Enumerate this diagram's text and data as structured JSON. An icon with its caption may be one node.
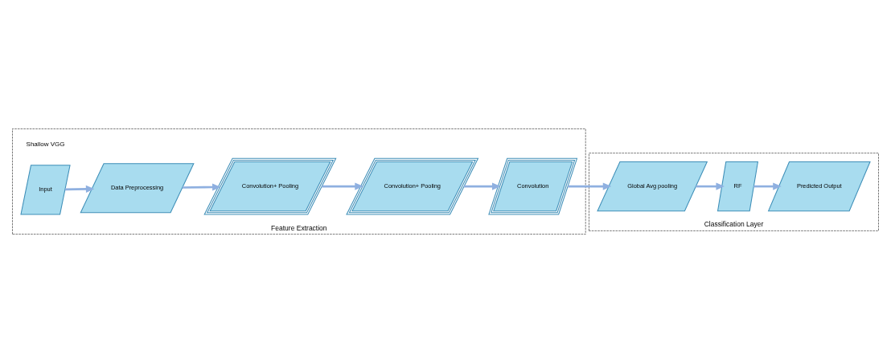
{
  "diagram": {
    "nodes": [
      {
        "text": [
          "Feature Extraction"
        ]
      },
      {
        "text": [
          "Classification Layer"
        ]
      },
      {
        "text": [
          "Input"
        ],
        "in": 0
      },
      {
        "text": [
          "Data Preprocessing"
        ],
        "in": 0
      },
      {
        "text": [
          "Convolution+ Pooling"
        ],
        "in": 0
      },
      {
        "text": [
          "Convolution+ Pooling"
        ],
        "in": 0
      },
      {
        "text": [
          "Convolution"
        ],
        "in": 0
      },
      {
        "text": [
          "Global Avg pooling"
        ],
        "in": 1
      },
      {
        "text": [
          "RF"
        ],
        "in": 1
      },
      {
        "text": [
          "Predicted Output"
        ],
        "in": 1
      }
    ],
    "edges": [
      {
        "from": 2,
        "to": 3,
        "arrow": "to"
      },
      {
        "from": 3,
        "to": 4,
        "arrow": "to"
      },
      {
        "from": 4,
        "to": 5,
        "arrow": "to"
      },
      {
        "from": 5,
        "to": 6,
        "arrow": "to"
      },
      {
        "from": 6,
        "to": 7,
        "arrow": "to"
      },
      {
        "from": 7,
        "to": 8,
        "arrow": "to"
      },
      {
        "from": 8,
        "to": 9,
        "arrow": "to"
      }
    ],
    "labels": [
      "Shallow VGG"
    ]
  }
}
